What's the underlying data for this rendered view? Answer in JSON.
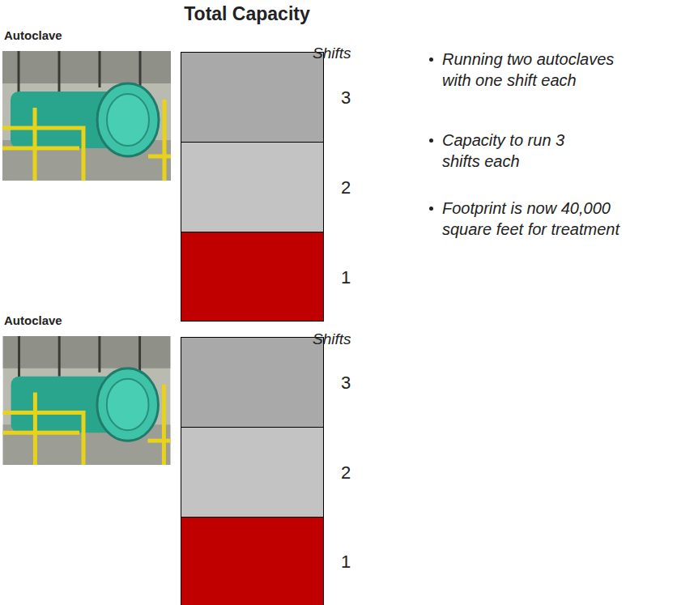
{
  "diagram": {
    "title": "Total Capacity",
    "nodes": [
      {
        "text": [
          "3"
        ]
      },
      {
        "text": [
          "2"
        ]
      },
      {
        "text": [
          "1"
        ]
      },
      {
        "text": [
          "3"
        ]
      },
      {
        "text": [
          "2"
        ]
      },
      {
        "text": [
          "1"
        ]
      }
    ],
    "labels": [
      "Autoclave",
      "Shifts",
      "Running two autoclaves with one shift each",
      "Capacity to run 3 shifts each",
      "Footprint is now 40,000 square feet for treatment",
      "Autoclave",
      "Shifts"
    ]
  }
}
